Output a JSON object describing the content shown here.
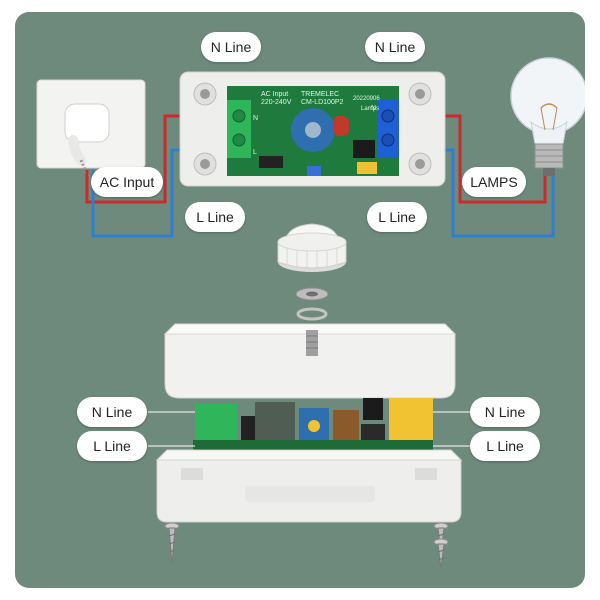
{
  "labels": {
    "n_line_left_top": "N Line",
    "n_line_right_top": "N Line",
    "ac_input": "AC Input",
    "lamps": "LAMPS",
    "l_line_left_top": "L Line",
    "l_line_right_top": "L Line",
    "n_line_left_bottom": "N Line",
    "l_line_left_bottom": "L Line",
    "n_line_right_bottom": "N Line",
    "l_line_right_bottom": "L Line"
  },
  "board": {
    "ac_input_text": "AC Input",
    "voltage_text": "220-240V",
    "brand_text": "TREMELEC",
    "model_text": "CM-LD100P2",
    "date_text": "20220906",
    "lamps_text": "Lamps",
    "n_mark": "N",
    "l_mark": "L"
  },
  "colors": {
    "background": "#6d8a7c",
    "live_wire": "#cc2a2a",
    "neutral_wire": "#2f7fcf",
    "pcb": "#1e7a3d",
    "terminal_green": "#2fb55a",
    "terminal_blue": "#1e5fd6",
    "potentiometer": "#2f6fb0"
  }
}
